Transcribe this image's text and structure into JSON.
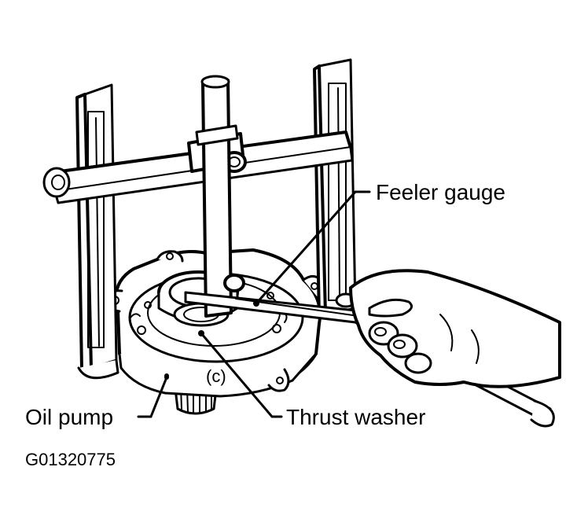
{
  "labels": {
    "feeler_gauge": "Feeler gauge",
    "oil_pump": "Oil pump",
    "thrust_washer": "Thrust washer",
    "pump_marking": "(c)"
  },
  "figure_code": "G01320775",
  "colors": {
    "ink": "#000000",
    "paper": "#ffffff"
  }
}
